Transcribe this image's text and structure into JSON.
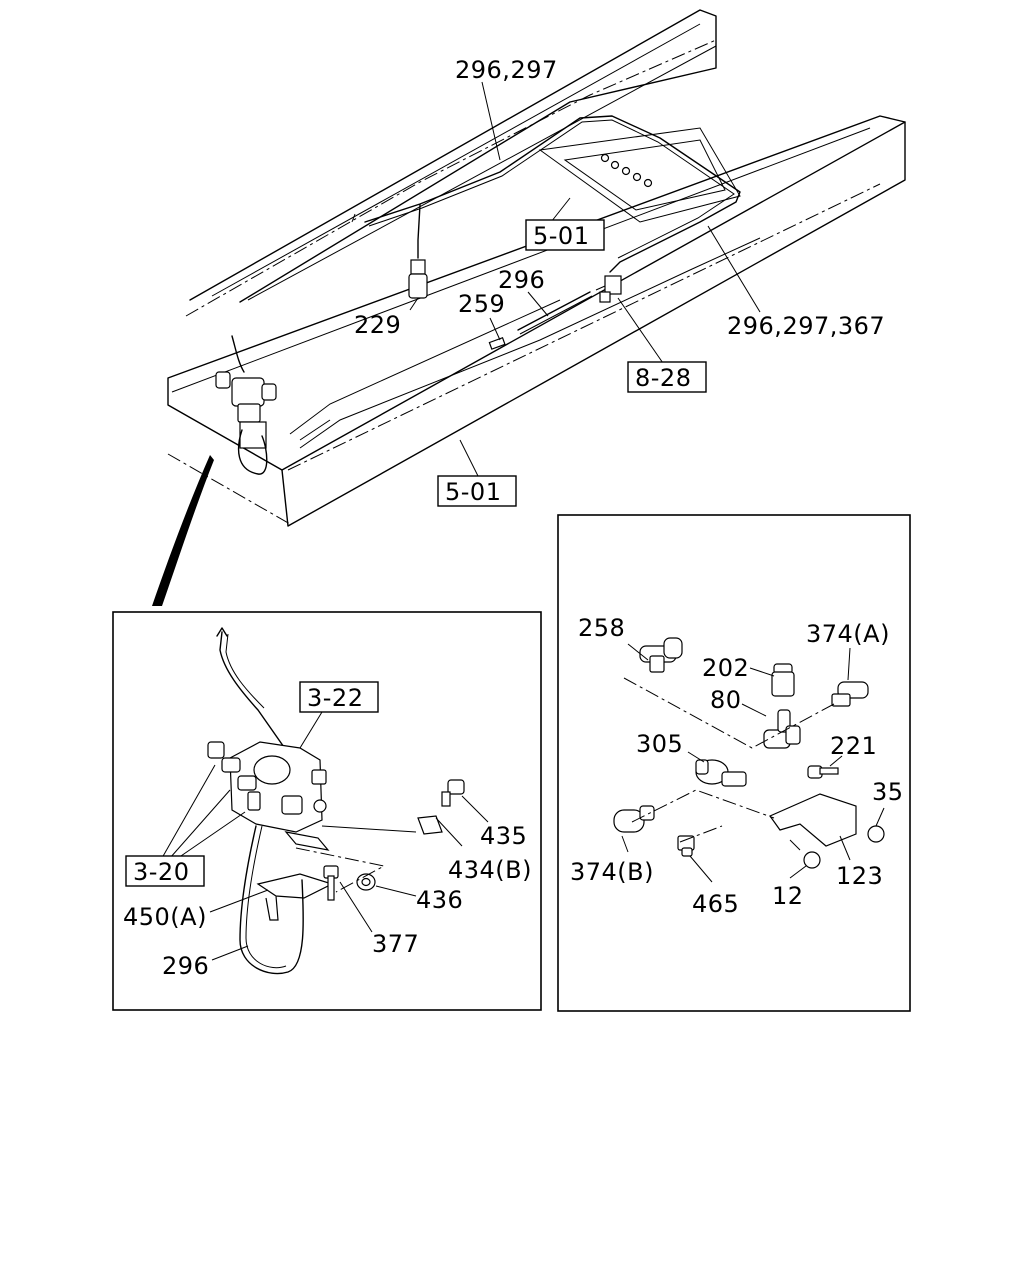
{
  "diagram": {
    "labels": {
      "l_296_297": "296,297",
      "l_296_297_367": "296,297,367",
      "l_296a": "296",
      "l_259": "259",
      "l_229": "229",
      "l_296b": "296",
      "l_435": "435",
      "l_434b": "434(B)",
      "l_436": "436",
      "l_450a": "450(A)",
      "l_377": "377",
      "l_258": "258",
      "l_202": "202",
      "l_374a": "374(A)",
      "l_80": "80",
      "l_305": "305",
      "l_221": "221",
      "l_35": "35",
      "l_374b": "374(B)",
      "l_465": "465",
      "l_12": "12",
      "l_123": "123"
    },
    "refs": {
      "r_5_01_top": "5-01",
      "r_8_28": "8-28",
      "r_5_01_bottom": "5-01",
      "r_3_22": "3-22",
      "r_3_20": "3-20"
    }
  }
}
